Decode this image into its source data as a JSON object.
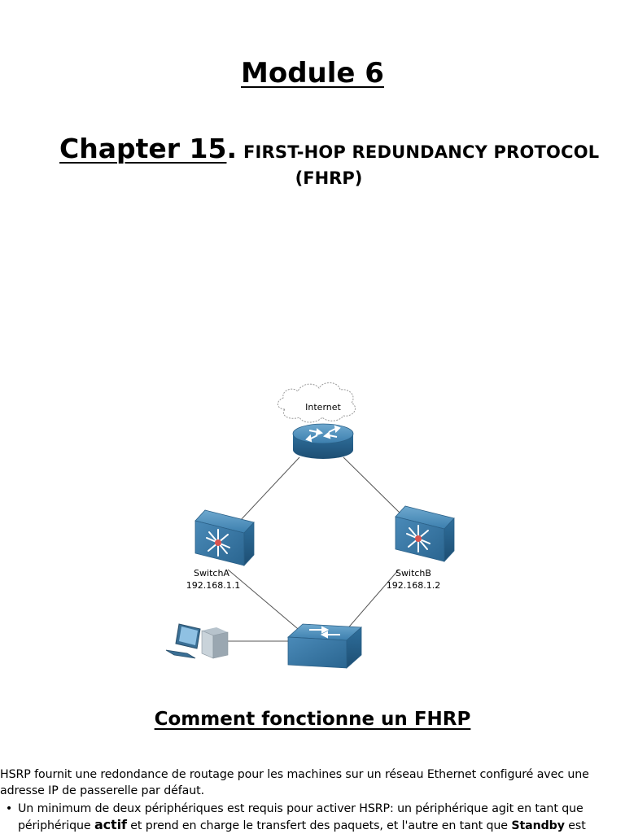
{
  "module": {
    "title": "Module 6"
  },
  "chapter": {
    "number": "Chapter 15",
    "dot": ".",
    "topic_line1": "FIRST-HOP REDUNDANCY PROTOCOL",
    "topic_line2": "(FHRP)"
  },
  "diagram": {
    "cloud_label": "Internet",
    "switch_a": {
      "name": "SwitchA",
      "ip": "192.168.1.1"
    },
    "switch_b": {
      "name": "SwitchB",
      "ip": "192.168.1.2"
    },
    "colors": {
      "device_blue": "#2f6f9c",
      "device_dark": "#1d4e73",
      "link": "#555555"
    },
    "icons": [
      "cloud-icon",
      "router-icon",
      "multilayer-switch-icon",
      "workgroup-switch-icon",
      "pc-icon"
    ]
  },
  "section": {
    "title": "Comment fonctionne un FHRP"
  },
  "body": {
    "intro": "HSRP fournit une redondance de routage pour les machines sur un réseau Ethernet configuré avec une adresse IP de passerelle par défaut.",
    "bullet_mark": "•",
    "bullet_part1": "Un minimum de deux périphériques est requis pour activer HSRP: un périphérique agit en tant que périphérique ",
    "bullet_actif": "actif",
    "bullet_part2": " et prend en charge le transfert des paquets, et l'autre en tant que ",
    "bullet_standby": "Standby",
    "bullet_part3": " est"
  }
}
